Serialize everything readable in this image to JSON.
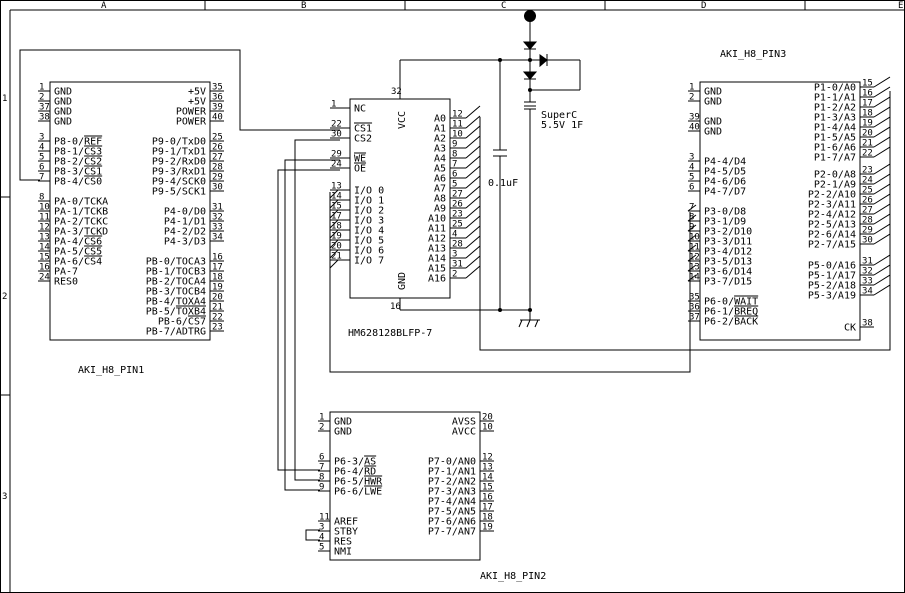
{
  "border": {
    "columns": [
      "A",
      "B",
      "C",
      "D",
      "E"
    ],
    "rows": [
      "1",
      "2",
      "3"
    ]
  },
  "u1": {
    "title": "AKI_H8_PIN1",
    "left": [
      [
        "1",
        "GND"
      ],
      [
        "2",
        "GND"
      ],
      [
        "37",
        "GND"
      ],
      [
        "38",
        "GND"
      ],
      [
        "3",
        "P8-0/REF"
      ],
      [
        "4",
        "P8-1/CS3"
      ],
      [
        "5",
        "P8-2/CS2"
      ],
      [
        "6",
        "P8-3/CS1"
      ],
      [
        "7",
        "P8-4/CS0"
      ],
      [
        "8",
        "PA-0/TCKA"
      ],
      [
        "10",
        "PA-1/TCKB"
      ],
      [
        "11",
        "PA-2/TCKC"
      ],
      [
        "12",
        "PA-3/TCKD"
      ],
      [
        "13",
        "PA-4/CS6"
      ],
      [
        "14",
        "PA-5/CS5"
      ],
      [
        "15",
        "PA-6/CS4"
      ],
      [
        "16",
        "PA-7"
      ],
      [
        "24",
        "RES0"
      ]
    ],
    "right": [
      [
        "35",
        "+5V"
      ],
      [
        "36",
        "+5V"
      ],
      [
        "39",
        "POWER"
      ],
      [
        "40",
        "POWER"
      ],
      [
        "25",
        "P9-0/TxD0"
      ],
      [
        "26",
        "P9-1/TxD1"
      ],
      [
        "27",
        "P9-2/RxD0"
      ],
      [
        "28",
        "P9-3/RxD1"
      ],
      [
        "29",
        "P9-4/SCK0"
      ],
      [
        "30",
        "P9-5/SCK1"
      ],
      [
        "31",
        "P4-0/D0"
      ],
      [
        "32",
        "P4-1/D1"
      ],
      [
        "33",
        "P4-2/D2"
      ],
      [
        "34",
        "P4-3/D3"
      ],
      [
        "16",
        "PB-0/TOCA3"
      ],
      [
        "17",
        "PB-1/TOCB3"
      ],
      [
        "18",
        "PB-2/TOCA4"
      ],
      [
        "19",
        "PB-3/TOCB4"
      ],
      [
        "20",
        "PB-4/TOXA4"
      ],
      [
        "21",
        "PB-5/TOXB4"
      ],
      [
        "22",
        "PB-6/CS7"
      ],
      [
        "23",
        "PB-7/ADTRG"
      ]
    ]
  },
  "u2": {
    "title": "AKI_H8_PIN2",
    "left": [
      [
        "1",
        "GND"
      ],
      [
        "2",
        "GND"
      ],
      [
        "6",
        "P6-3/AS"
      ],
      [
        "7",
        "P6-4/RD"
      ],
      [
        "8",
        "P6-5/HWR"
      ],
      [
        "9",
        "P6-6/LWE"
      ],
      [
        "11",
        "AREF"
      ],
      [
        "3",
        "STBY"
      ],
      [
        "4",
        "RES"
      ],
      [
        "5",
        "NMI"
      ]
    ],
    "right": [
      [
        "20",
        "AVSS"
      ],
      [
        "10",
        "AVCC"
      ],
      [
        "12",
        "P7-0/AN0"
      ],
      [
        "13",
        "P7-1/AN1"
      ],
      [
        "14",
        "P7-2/AN2"
      ],
      [
        "15",
        "P7-3/AN3"
      ],
      [
        "16",
        "P7-4/AN4"
      ],
      [
        "17",
        "P7-5/AN5"
      ],
      [
        "18",
        "P7-6/AN6"
      ],
      [
        "19",
        "P7-7/AN7"
      ]
    ]
  },
  "u3": {
    "title": "AKI_H8_PIN3",
    "left": [
      [
        "1",
        "GND"
      ],
      [
        "2",
        "GND"
      ],
      [
        "39",
        "GND"
      ],
      [
        "40",
        "GND"
      ],
      [
        "3",
        "P4-4/D4"
      ],
      [
        "4",
        "P4-5/D5"
      ],
      [
        "5",
        "P4-6/D6"
      ],
      [
        "6",
        "P4-7/D7"
      ],
      [
        "7",
        "P3-0/D8"
      ],
      [
        "8",
        "P3-1/D9"
      ],
      [
        "9",
        "P3-2/D10"
      ],
      [
        "10",
        "P3-3/D11"
      ],
      [
        "11",
        "P3-4/D12"
      ],
      [
        "12",
        "P3-5/D13"
      ],
      [
        "13",
        "P3-6/D14"
      ],
      [
        "14",
        "P3-7/D15"
      ],
      [
        "35",
        "P6-0/WAIT"
      ],
      [
        "36",
        "P6-1/BREQ"
      ],
      [
        "37",
        "P6-2/BACK"
      ]
    ],
    "right": [
      [
        "15",
        "P1-0/A0"
      ],
      [
        "16",
        "P1-1/A1"
      ],
      [
        "17",
        "P1-2/A2"
      ],
      [
        "18",
        "P1-3/A3"
      ],
      [
        "19",
        "P1-4/A4"
      ],
      [
        "20",
        "P1-5/A5"
      ],
      [
        "21",
        "P1-6/A6"
      ],
      [
        "22",
        "P1-7/A7"
      ],
      [
        "23",
        "P2-0/A8"
      ],
      [
        "24",
        "P2-1/A9"
      ],
      [
        "25",
        "P2-2/A10"
      ],
      [
        "26",
        "P2-3/A11"
      ],
      [
        "27",
        "P2-4/A12"
      ],
      [
        "28",
        "P2-5/A13"
      ],
      [
        "29",
        "P2-6/A14"
      ],
      [
        "30",
        "P2-7/A15"
      ],
      [
        "31",
        "P5-0/A16"
      ],
      [
        "32",
        "P5-1/A17"
      ],
      [
        "33",
        "P5-2/A18"
      ],
      [
        "34",
        "P5-3/A19"
      ],
      [
        "38",
        "CK"
      ]
    ]
  },
  "sram": {
    "title": "HM628128BLFP-7",
    "vcc_pin": "32",
    "vcc_label": "VCC",
    "gnd_pin": "16",
    "gnd_label": "GND",
    "left": [
      [
        "1",
        "NC"
      ],
      [
        "22",
        "CS1"
      ],
      [
        "30",
        "CS2"
      ],
      [
        "29",
        "WE"
      ],
      [
        "24",
        "OE"
      ],
      [
        "13",
        "I/O 0"
      ],
      [
        "14",
        "I/O 1"
      ],
      [
        "15",
        "I/O 2"
      ],
      [
        "17",
        "I/O 3"
      ],
      [
        "18",
        "I/O 4"
      ],
      [
        "19",
        "I/O 5"
      ],
      [
        "20",
        "I/O 6"
      ],
      [
        "21",
        "I/O 7"
      ]
    ],
    "right": [
      [
        "12",
        "A0"
      ],
      [
        "11",
        "A1"
      ],
      [
        "10",
        "A2"
      ],
      [
        "9",
        "A3"
      ],
      [
        "8",
        "A4"
      ],
      [
        "7",
        "A5"
      ],
      [
        "6",
        "A6"
      ],
      [
        "5",
        "A7"
      ],
      [
        "27",
        "A8"
      ],
      [
        "26",
        "A9"
      ],
      [
        "23",
        "A10"
      ],
      [
        "25",
        "A11"
      ],
      [
        "4",
        "A12"
      ],
      [
        "28",
        "A13"
      ],
      [
        "3",
        "A14"
      ],
      [
        "31",
        "A15"
      ],
      [
        "2",
        "A16"
      ]
    ]
  },
  "cap": {
    "value": "0.1uF"
  },
  "supercap": {
    "name": "SuperC",
    "value": "5.5V 1F"
  }
}
